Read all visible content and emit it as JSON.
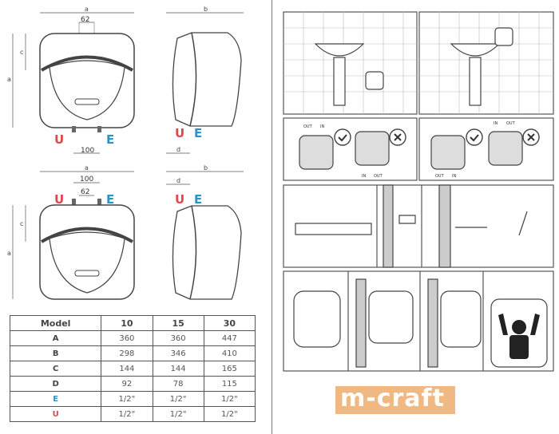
{
  "dimensions": {
    "a": "a",
    "b": "b",
    "c": "c",
    "d": "d",
    "spacing_62": "62",
    "spacing_100": "100",
    "outlet": "U",
    "inlet": "E"
  },
  "orientation_labels": {
    "out": "OUT",
    "in": "IN"
  },
  "table": {
    "headers": [
      "Model",
      "10",
      "15",
      "30"
    ],
    "rows": [
      {
        "label": "A",
        "values": [
          "360",
          "360",
          "447"
        ]
      },
      {
        "label": "B",
        "values": [
          "298",
          "346",
          "410"
        ]
      },
      {
        "label": "C",
        "values": [
          "144",
          "144",
          "165"
        ]
      },
      {
        "label": "D",
        "values": [
          "92",
          "78",
          "115"
        ]
      },
      {
        "label": "E",
        "values": [
          "1/2\"",
          "1/2\"",
          "1/2\""
        ]
      },
      {
        "label": "U",
        "values": [
          "1/2\"",
          "1/2\"",
          "1/2\""
        ]
      }
    ]
  },
  "watermark": "m-craft",
  "colors": {
    "outlet_red": "#e0474c",
    "inlet_blue": "#2a93c9",
    "watermark": "#eba05a"
  }
}
